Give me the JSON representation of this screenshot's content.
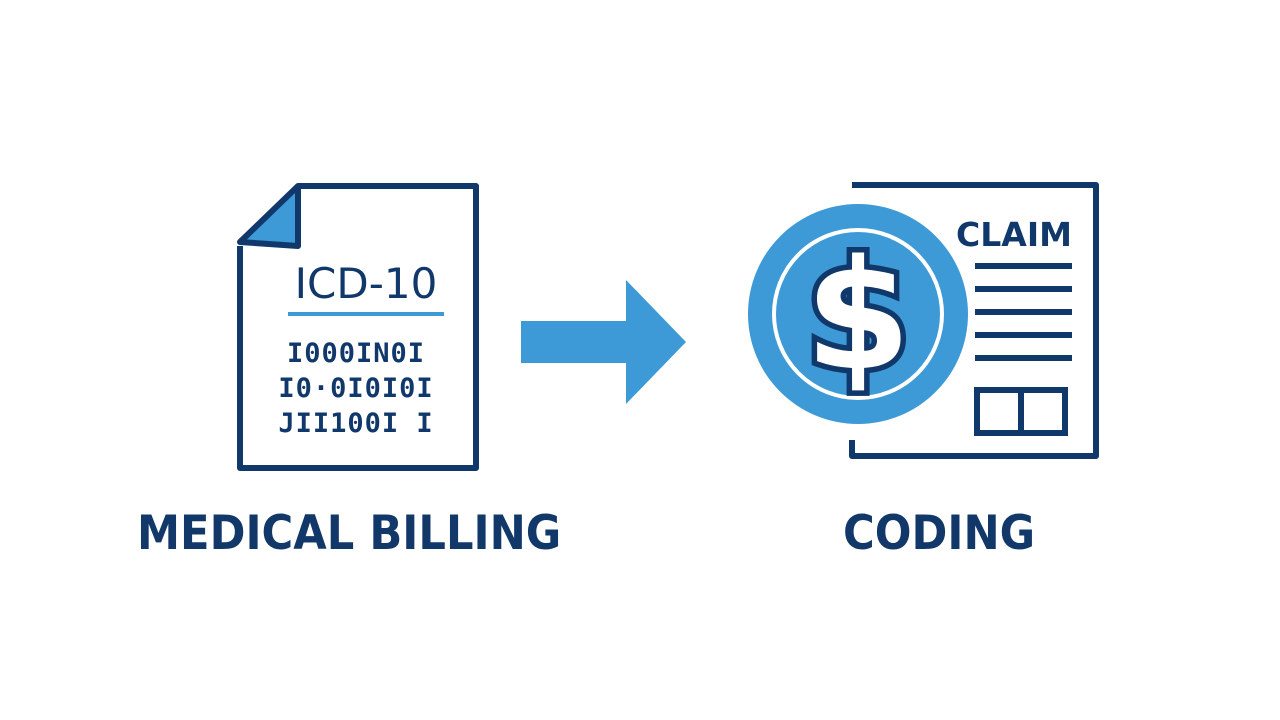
{
  "colors": {
    "navy": "#10386b",
    "blue": "#3d9ad6",
    "background": "#ffffff"
  },
  "left_document": {
    "icon": "medical-code-document-icon",
    "heading": "ICD-10",
    "code_lines": [
      "I000IN0I",
      "I0·0I0I0I",
      "JII100I I"
    ]
  },
  "arrow": {
    "icon": "right-arrow-icon"
  },
  "right_document": {
    "icon": "billing-claim-document-icon",
    "coin_icon": "dollar-coin-icon",
    "currency_symbol": "$",
    "label": "CLAIM"
  },
  "captions": {
    "left": "MEDICAL BILLING",
    "right": "CODING"
  }
}
